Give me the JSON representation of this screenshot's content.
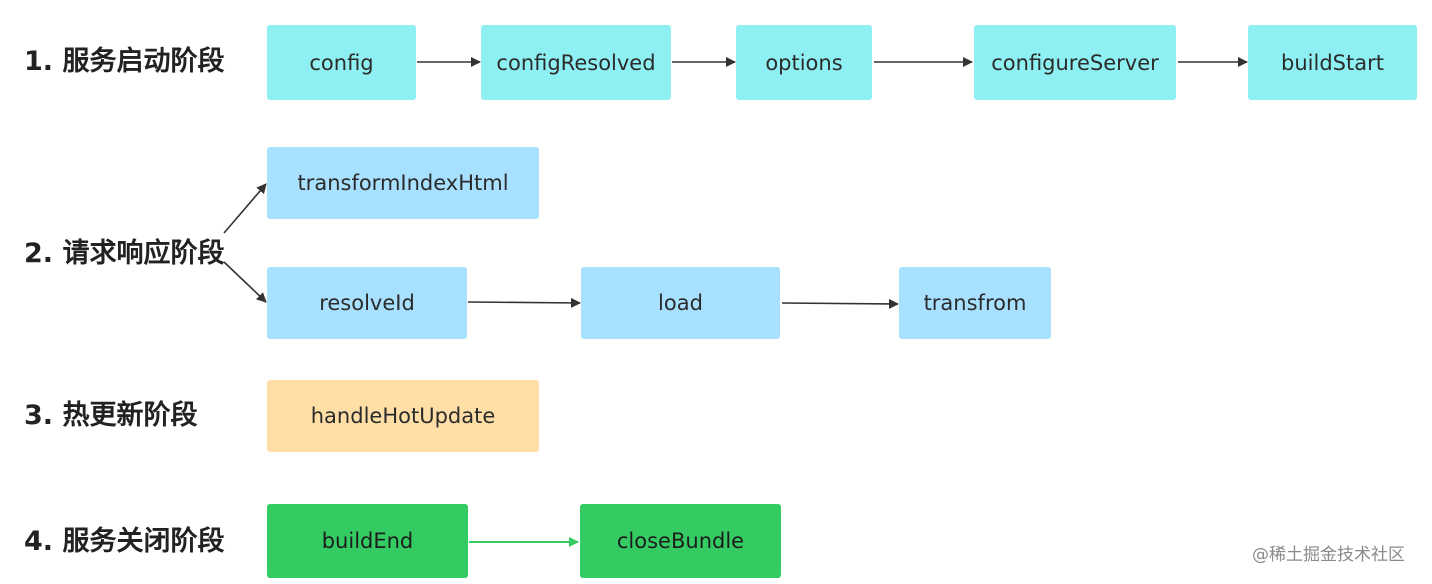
{
  "stages": [
    {
      "label": "1. 服务启动阶段"
    },
    {
      "label": "2. 请求响应阶段"
    },
    {
      "label": "3. 热更新阶段"
    },
    {
      "label": "4. 服务关闭阶段"
    }
  ],
  "hooks": {
    "config": "config",
    "configResolved": "configResolved",
    "options": "options",
    "configureServer": "configureServer",
    "buildStart": "buildStart",
    "transformIndexHtml": "transformIndexHtml",
    "resolveId": "resolveId",
    "load": "load",
    "transfrom": "transfrom",
    "handleHotUpdate": "handleHotUpdate",
    "buildEnd": "buildEnd",
    "closeBundle": "closeBundle"
  },
  "colors": {
    "stage1": "#8ef0f2",
    "stage2": "#a8e0ff",
    "stage3": "#ffdfa6",
    "stage4": "#33cb62",
    "arrow": "#333333",
    "arrow_green": "#33cb62"
  },
  "watermark": "@稀土掘金技术社区"
}
